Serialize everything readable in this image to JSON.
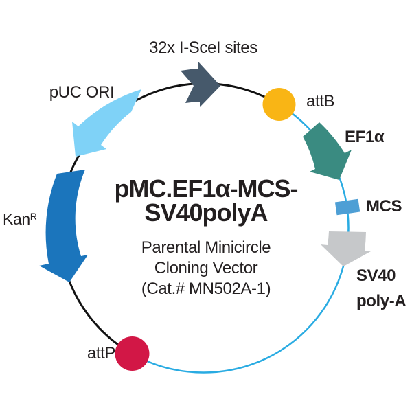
{
  "plasmid": {
    "title_line1": "pMC.EF1α-MCS-",
    "title_line2": "SV40polyA",
    "subtitle_line1": "Parental Minicircle",
    "subtitle_line2": "Cloning Vector",
    "subtitle_line3": "(Cat.# MN502A-1)"
  },
  "features": {
    "iscei": {
      "label": "32x I-SceI sites",
      "shape": "block-arrow",
      "direction": "clockwise"
    },
    "attb": {
      "label": "attB",
      "shape": "circle-marker"
    },
    "ef1a": {
      "label": "EF1α",
      "shape": "block-arrow",
      "direction": "clockwise"
    },
    "mcs": {
      "label": "MCS",
      "shape": "box"
    },
    "sv40": {
      "label_line1": "SV40",
      "label_line2": "poly-A",
      "shape": "block-arrow",
      "direction": "clockwise"
    },
    "attp": {
      "label": "attP",
      "shape": "circle-marker"
    },
    "kan": {
      "label_base": "Kan",
      "label_sup": "R",
      "shape": "curved-arrow",
      "direction": "counterclockwise"
    },
    "puc": {
      "label": "pUC ORI",
      "shape": "curved-arrow",
      "direction": "counterclockwise"
    }
  },
  "colors": {
    "iscei": "#46596B",
    "attb": "#F9B515",
    "ef1a": "#3A8B81",
    "mcs": "#4E9FD5",
    "sv40": "#C6C8CA",
    "attp": "#D21746",
    "kan": "#1B75BC",
    "puc": "#7FD2F7",
    "backbone_black": "#121212",
    "backbone_blue": "#29ABE2",
    "text": "#231F20"
  }
}
